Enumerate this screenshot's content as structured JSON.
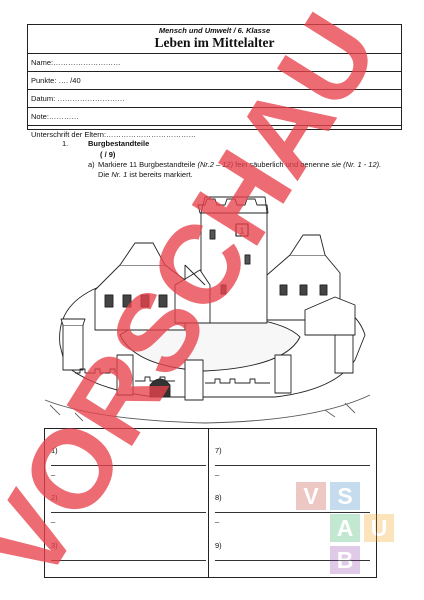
{
  "header": {
    "subject": "Mensch und Umwelt / 6. Klasse",
    "title": "Leben im Mittelalter",
    "fields": [
      "Name:………………………",
      "Punkte: …. /40",
      "Datum: ………………………",
      "Note:…………",
      "Unterschrift der Eltern:………………………………"
    ]
  },
  "task": {
    "number": "1.",
    "heading": "Burgbestandteile",
    "points": "( / 9)",
    "sub_label": "a)",
    "instruction_parts": [
      "Markiere 11 Burgbestandteile ",
      "(Nr.2 – 12)",
      " fein säuberlich und benenne ",
      "sie (Nr. 1 - 12).",
      " Die ",
      "Nr. 1",
      " ist bereits markiert."
    ],
    "marker_label": "1"
  },
  "answers": [
    {
      "label": "1)"
    },
    {
      "label": "2)"
    },
    {
      "label": "3)"
    },
    {
      "label": "7)"
    },
    {
      "label": "8)"
    },
    {
      "label": "9)"
    }
  ],
  "answer_dash": "_",
  "watermark": {
    "text": "VORSCHAU",
    "color": "#e8414a"
  },
  "logo": {
    "letters": [
      "V",
      "S",
      "A",
      "U",
      "B"
    ],
    "colors": [
      "#c0392b",
      "#2e86c1",
      "#27ae60",
      "#f39c12",
      "#8e44ad"
    ]
  }
}
